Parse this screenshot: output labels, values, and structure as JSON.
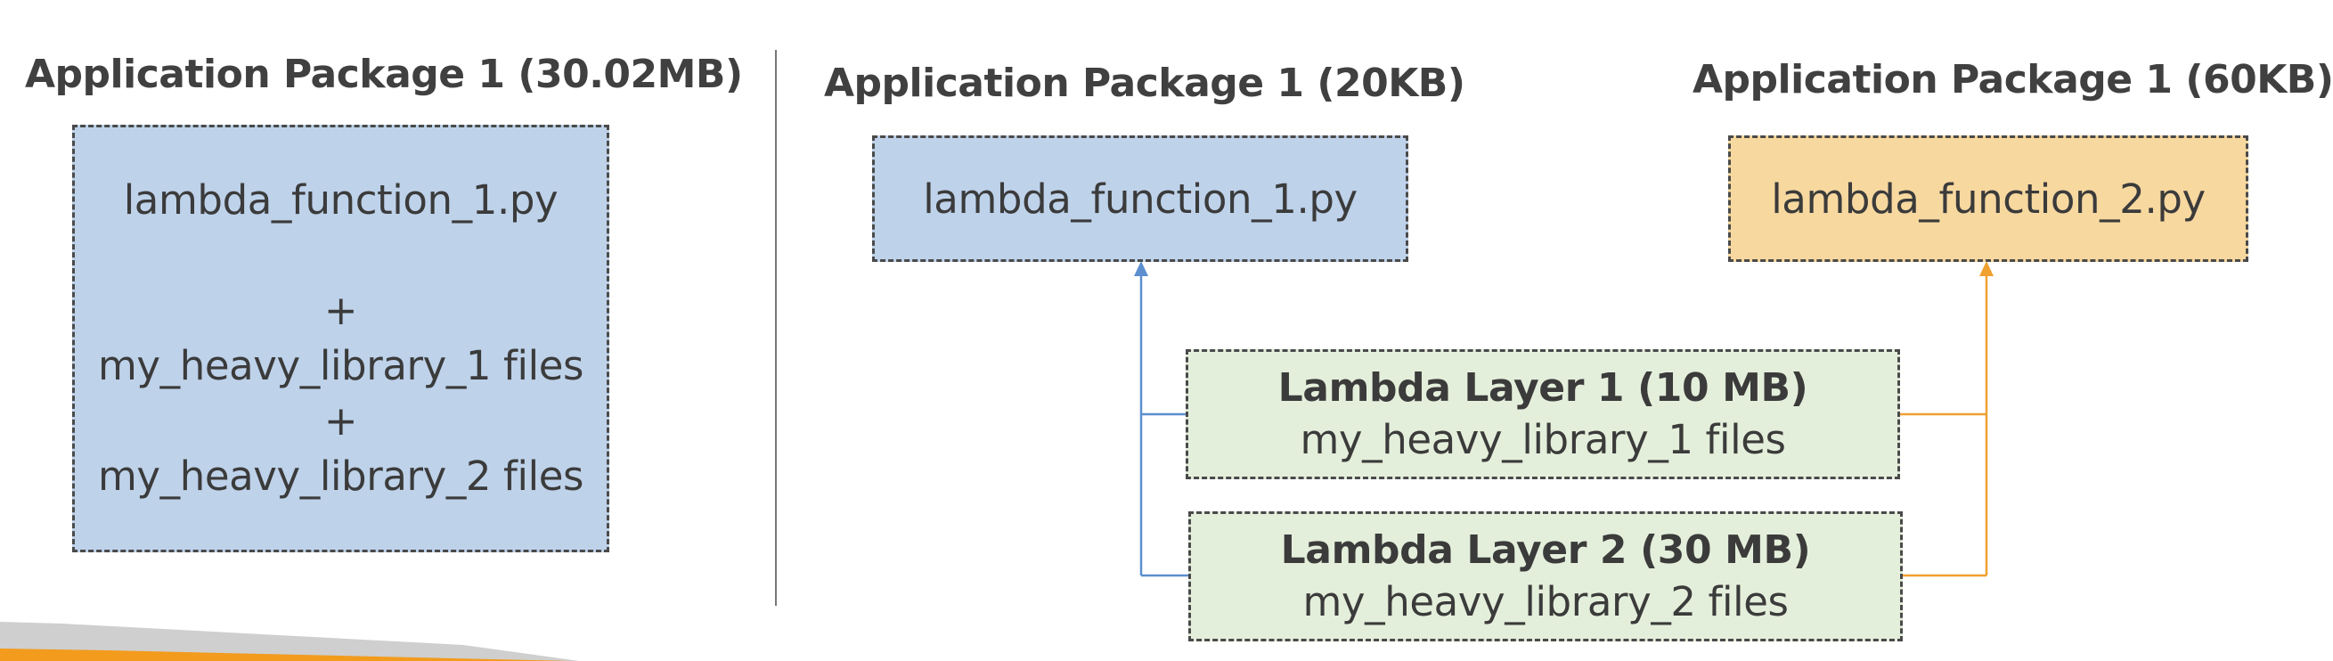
{
  "left": {
    "heading": "Application Package 1 (30.02MB)",
    "box_lines": [
      "lambda_function_1.py",
      "",
      "+",
      "my_heavy_library_1 files",
      "+",
      "my_heavy_library_2 files"
    ]
  },
  "right": {
    "package_1": {
      "heading": "Application Package 1 (20KB)",
      "file": "lambda_function_1.py"
    },
    "package_2": {
      "heading": "Application Package 1 (60KB)",
      "file": "lambda_function_2.py"
    },
    "layer_1": {
      "title": "Lambda Layer 1 (10 MB)",
      "files": "my_heavy_library_1 files"
    },
    "layer_2": {
      "title": "Lambda Layer 2 (30 MB)",
      "files": "my_heavy_library_2 files"
    }
  },
  "colors": {
    "blue_fill": "#bed2ea",
    "orange_fill": "#f7d89f",
    "green_fill": "#e4efdb",
    "blue_connector": "#5b8fcf",
    "orange_connector": "#f0a030",
    "footer_orange": "#f29b1d",
    "footer_gray": "#cfcfcf"
  }
}
